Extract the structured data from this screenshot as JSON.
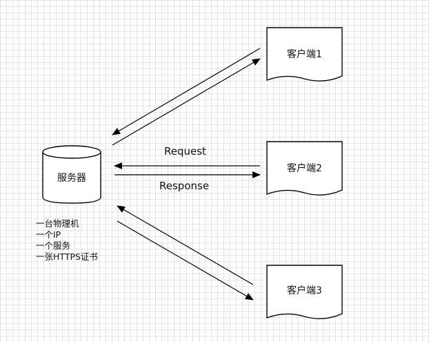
{
  "server": {
    "label": "服务器"
  },
  "clients": [
    {
      "label": "客户端1"
    },
    {
      "label": "客户端2"
    },
    {
      "label": "客户端3"
    }
  ],
  "arrows": {
    "request_label": "Request",
    "response_label": "Response"
  },
  "notes": [
    "一台物理机",
    "一个IP",
    "一个服务",
    "一张HTTPS证书"
  ]
}
